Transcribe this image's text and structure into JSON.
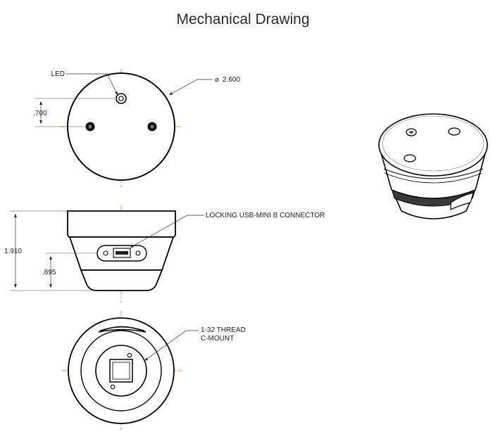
{
  "title": "Mechanical Drawing",
  "labels": {
    "led": "LED",
    "diameter_symbol": "⌀",
    "diameter": "2.600",
    "dim_700": ".700",
    "usb": "LOCKING USB-MINI B CONNECTOR",
    "height_total": "1.910",
    "height_lower": ".895",
    "thread_line1": "1-32 THREAD",
    "thread_line2": "C-MOUNT"
  },
  "colors": {
    "centerline": "#c26a4a",
    "ink": "#000000"
  }
}
